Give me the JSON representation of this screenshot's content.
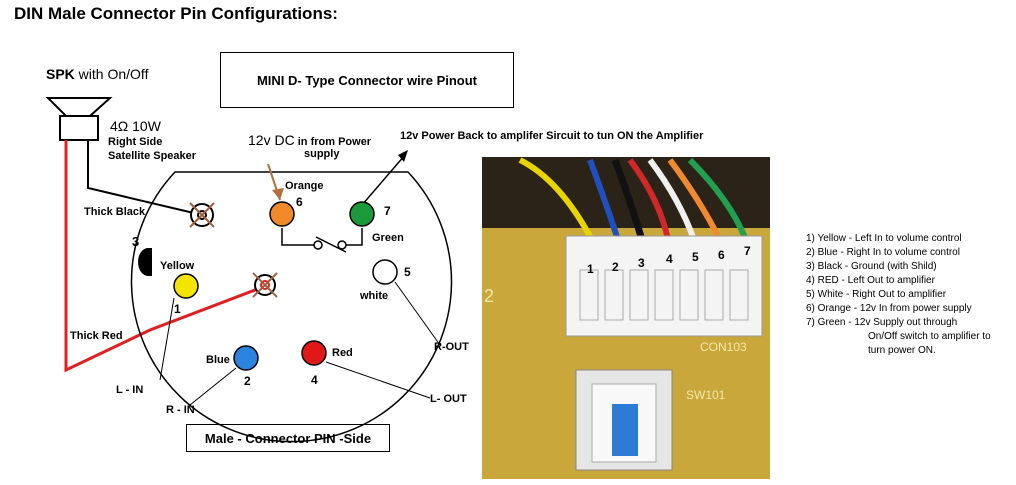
{
  "title": "DIN Male Connector Pin Configurations:",
  "box_label": "MINI D- Type Connector wire Pinout",
  "bottom_label": "Male -  Connector PIN -Side",
  "speaker": {
    "label_bold": "SPK",
    "label_rest": " with On/Off",
    "rating": "4Ω 10W",
    "desc_line1": "Right Side",
    "desc_line2": "Satellite Speaker"
  },
  "power": {
    "in_big": "12v DC",
    "in_small": " in from Power",
    "in_line2": "supply",
    "out_label": "12v Power Back to amplifer Sircuit to tun ON the Amplifier"
  },
  "connector_labels": {
    "thick_black": "Thick Black",
    "thick_red": "Thick Red",
    "orange": "Orange",
    "orange_num": "6",
    "green": "Green",
    "green_num": "7",
    "three": "3",
    "yellow": "Yellow",
    "yellow_num": "1",
    "white": "white",
    "white_num": "5",
    "blue": "Blue",
    "blue_num": "2",
    "red": "Red",
    "red_num": "4",
    "l_in": "L - IN",
    "r_in": "R - IN",
    "r_out": "R-OUT",
    "l_out": "L- OUT"
  },
  "photo": {
    "pin_numbers": [
      "1",
      "2",
      "3",
      "4",
      "5",
      "6",
      "7"
    ],
    "board_mark": "2",
    "con_label": "CON103",
    "sw_label": "SW101"
  },
  "legend": [
    "1) Yellow  -  Left In to volume control",
    "2) Blue    -  Right  In to volume control",
    "3) Black   -  Ground (with Shild)",
    "4) RED      -  Left Out  to amplifier",
    "5) White   -  Right Out to amplifier",
    "6) Orange - 12v In from power supply",
    "7) Green  -  12v Supply out through",
    "On/Off switch to amplifier to",
    "turn power ON."
  ],
  "colors": {
    "yellow": "#f5e400",
    "blue": "#2a84e0",
    "red": "#e01818",
    "orange": "#f28a2a",
    "green": "#1a9a3a",
    "wire_red": "#e02020",
    "board": "#c9a73a"
  }
}
